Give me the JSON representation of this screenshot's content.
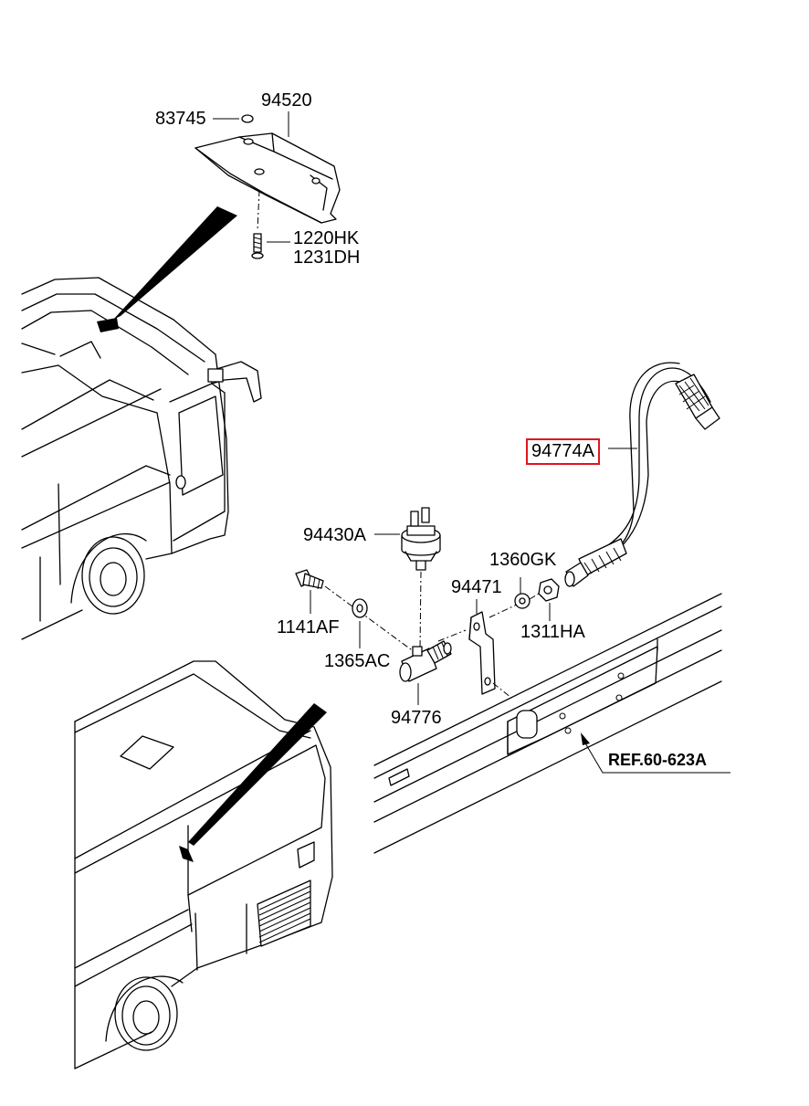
{
  "diagram": {
    "highlight_color": "#e0141e",
    "parts": {
      "p83745": "83745",
      "p94520": "94520",
      "p1220HK": "1220HK",
      "p1231DH": "1231DH",
      "p94774A": "94774A",
      "p94430A": "94430A",
      "p1360GK": "1360GK",
      "p94471": "94471",
      "p1141AF": "1141AF",
      "p1311HA": "1311HA",
      "p1365AC": "1365AC",
      "p94776": "94776"
    },
    "reference": "REF.60-623A",
    "highlighted_part": "94774A"
  }
}
